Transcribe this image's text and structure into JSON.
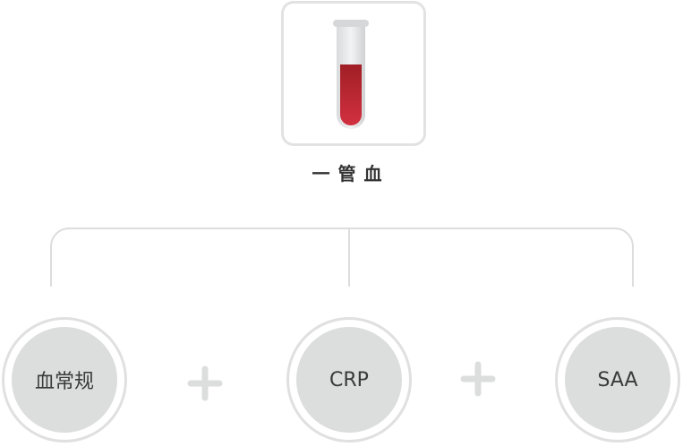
{
  "source": {
    "label": "一管血",
    "icon": "test-tube-icon"
  },
  "tests": [
    {
      "label": "血常规"
    },
    {
      "label": "CRP"
    },
    {
      "label": "SAA"
    }
  ],
  "colors": {
    "line": "#dddddd",
    "circle": "#dcdddd",
    "blood": "#b5232d"
  }
}
